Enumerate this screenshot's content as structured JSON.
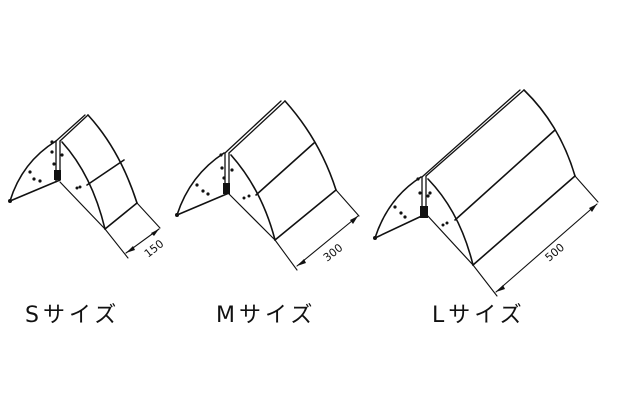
{
  "diagram": {
    "type": "isometric product drawing (canopy / awning sizes)",
    "line_color": "#111111",
    "background": "#ffffff"
  },
  "sizes": [
    {
      "id": "S",
      "label": "Sサイズ",
      "dimension": "150"
    },
    {
      "id": "M",
      "label": "Mサイズ",
      "dimension": "300"
    },
    {
      "id": "L",
      "label": "Lサイズ",
      "dimension": "500"
    }
  ]
}
